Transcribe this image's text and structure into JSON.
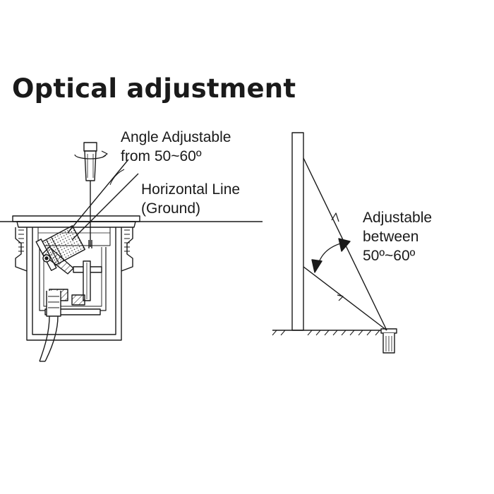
{
  "title": "Optical adjustment",
  "left_diagram": {
    "angle_label_line1": "Angle Adjustable",
    "angle_label_line2": "from 50~60º",
    "horizontal_label_line1": "Horizontal Line",
    "horizontal_label_line2": "(Ground)"
  },
  "right_diagram": {
    "adjust_label_line1": "Adjustable",
    "adjust_label_line2": "between",
    "adjust_label_line3": "50º~60º"
  },
  "colors": {
    "ink": "#1a1a1a",
    "background": "#ffffff"
  }
}
